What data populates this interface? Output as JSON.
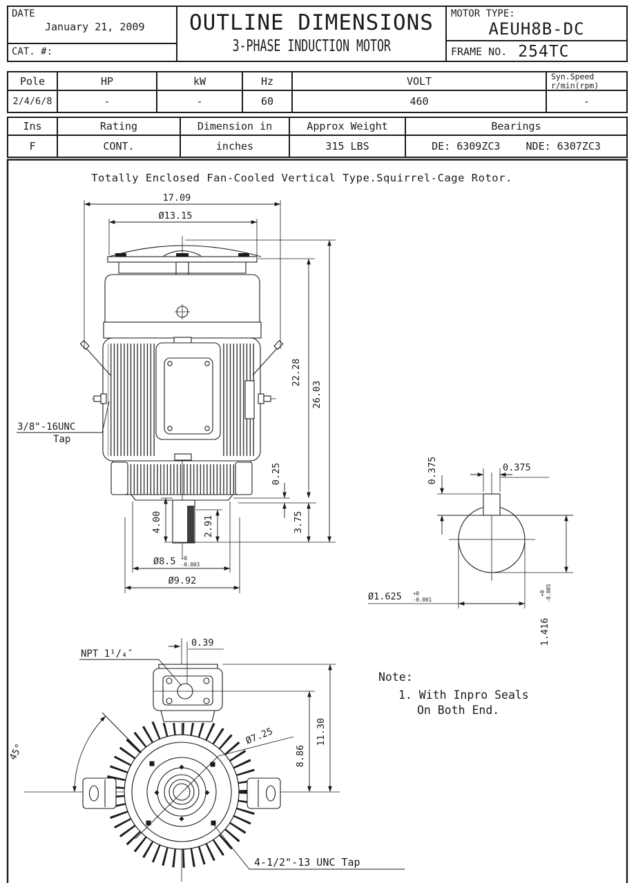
{
  "header": {
    "date_label": "DATE",
    "date_value": "January 21, 2009",
    "cat_label": "CAT. #:",
    "title": "OUTLINE DIMENSIONS",
    "subtitle": "3-PHASE INDUCTION MOTOR",
    "motor_type_label": "MOTOR TYPE:",
    "motor_type_value": "AEUH8B-DC",
    "frame_label": "FRAME NO.",
    "frame_value": "254TC"
  },
  "spec1": {
    "col_pole": "Pole",
    "col_hp": "HP",
    "col_kw": "kW",
    "col_hz": "Hz",
    "col_volt": "VOLT",
    "col_syn_line1": "Syn.Speed",
    "col_syn_line2": "r/min(rpm)",
    "val_pole": "2/4/6/8",
    "val_hp": "-",
    "val_kw": "-",
    "val_hz": "60",
    "val_volt": "460",
    "val_syn": "-"
  },
  "spec2": {
    "col_ins": "Ins",
    "col_rating": "Rating",
    "col_dim": "Dimension in",
    "col_weight": "Approx Weight",
    "col_bearings": "Bearings",
    "val_ins": "F",
    "val_rating": "CONT.",
    "val_dim": "inches",
    "val_weight": "315 LBS",
    "val_bearing_de": "DE: 6309ZC3",
    "val_bearing_nde": "NDE: 6307ZC3"
  },
  "caption": "Totally Enclosed Fan-Cooled Vertical Type.Squirrel-Cage Rotor.",
  "front": {
    "dim_overall_width": "17.09",
    "dim_fan_cover_dia": "Ø13.15",
    "dim_body_height": "22.28",
    "dim_total_height": "26.03",
    "dim_step": "0.25",
    "dim_shaft_ext": "3.75",
    "dim_shaft_len": "4.00",
    "dim_key_len": "2.91",
    "dim_base_dia": "Ø8.5",
    "base_dia_tol_hi": "+0",
    "base_dia_tol_lo": "-0.003",
    "dim_bell_dia": "Ø9.92",
    "side_tap_line1": "3/8\"-16UNC",
    "side_tap_line2": "Tap"
  },
  "shaft_detail": {
    "dim_key_height": "0.375",
    "dim_key_width": "0.375",
    "dim_shaft_dia": "Ø1.625",
    "shaft_dia_tol_hi": "+0",
    "shaft_dia_tol_lo": "-0.001",
    "dim_key_flat": "1.416",
    "key_flat_tol_hi": "+0",
    "key_flat_tol_lo": "-0.005"
  },
  "bottom": {
    "npt_label": "NPT 1¹/₄″",
    "dim_conduit_offset": "0.39",
    "dim_angle": "45°",
    "dim_bolt_circle": "Ø7.25",
    "dim_hole_height": "8.86",
    "dim_box_height": "11.30",
    "bottom_tap_label": "4-1/2\"-13 UNC Tap"
  },
  "note": {
    "title": "Note:",
    "line1": "1. With Inpro Seals",
    "line2": "On Both End."
  }
}
